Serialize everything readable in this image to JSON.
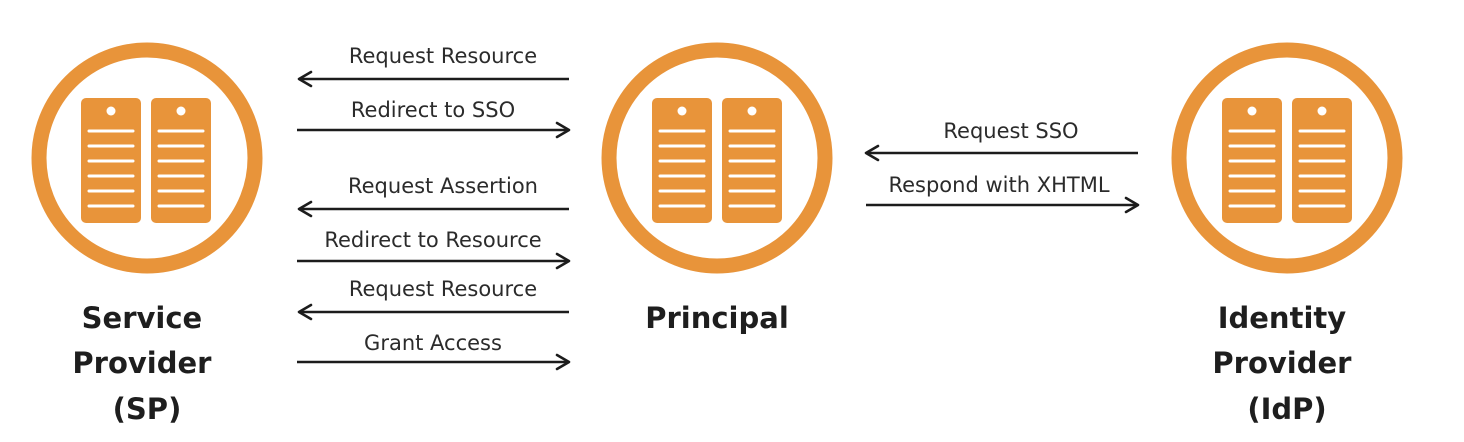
{
  "colors": {
    "accent": "#e8943a",
    "text": "#1e1e1e",
    "background": "#ffffff"
  },
  "nodes": {
    "sp": {
      "icon": "server-icon",
      "label_lines": [
        "Service",
        "Provider",
        "(SP)"
      ]
    },
    "principal": {
      "icon": "server-icon",
      "label_lines": [
        "Principal"
      ]
    },
    "idp": {
      "icon": "server-icon",
      "label_lines": [
        "Identity",
        "Provider",
        "(IdP)"
      ]
    }
  },
  "messages_sp_principal": [
    {
      "label": "Request Resource",
      "direction": "to-sp"
    },
    {
      "label": "Redirect to SSO",
      "direction": "to-principal"
    },
    {
      "label": "Request Assertion",
      "direction": "to-sp"
    },
    {
      "label": "Redirect to Resource",
      "direction": "to-principal"
    },
    {
      "label": "Request Resource",
      "direction": "to-sp"
    },
    {
      "label": "Grant Access",
      "direction": "to-principal"
    }
  ],
  "messages_principal_idp": [
    {
      "label": "Request SSO",
      "direction": "to-principal"
    },
    {
      "label": "Respond with XHTML",
      "direction": "to-idp"
    }
  ]
}
